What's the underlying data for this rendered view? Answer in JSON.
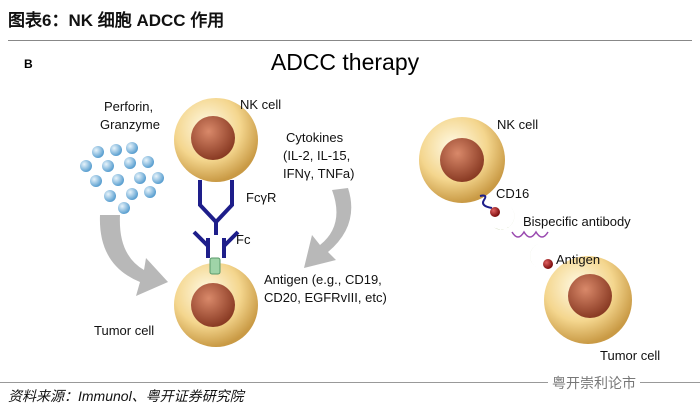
{
  "title": "图表6：NK 细胞 ADCC 作用",
  "panel_letter": "B",
  "diagram_title": "ADCC therapy",
  "left": {
    "nk_cell": "NK cell",
    "perforin_line1": "Perforin,",
    "perforin_line2": "Granzyme",
    "cytokines_line1": "Cytokines",
    "cytokines_line2": "(IL-2, IL-15,",
    "cytokines_line3": "IFNγ, TNFa)",
    "fcgr": "FcγR",
    "fc": "Fc",
    "antigen_line1": "Antigen (e.g., CD19,",
    "antigen_line2": "CD20, EGFRvIII, etc)",
    "tumor_cell": "Tumor cell"
  },
  "right": {
    "nk_cell": "NK cell",
    "cd16": "CD16",
    "bispecific": "Bispecific antibody",
    "antigen": "Antigen",
    "tumor_cell": "Tumor cell"
  },
  "source": "资料来源：Immunol、粤开证券研究院",
  "watermark": "粤开崇利论市",
  "colors": {
    "cell": "#f2d48a",
    "nucleus": "#a8553a",
    "antibody": "#1e1e8a",
    "arrow": "#b5b5b5",
    "granule": "#8fc3e6",
    "bispecific": "#5a7a10"
  }
}
